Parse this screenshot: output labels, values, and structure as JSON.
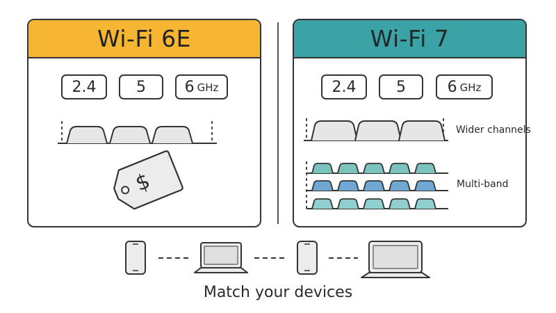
{
  "panels": {
    "wifi6e": {
      "title": "Wi-Fi 6E",
      "bands": [
        "2.4",
        "5",
        "6"
      ],
      "band_unit": "GHz",
      "accent_color": "#f6b632",
      "channel_count": 3,
      "price_symbol": "$"
    },
    "wifi7": {
      "title": "Wi-Fi 7",
      "bands": [
        "2.4",
        "5",
        "6"
      ],
      "band_unit": "GHz",
      "accent_color": "#3ba3a6",
      "channel_count": 3,
      "wider_label": "Wider channels",
      "multiband_label": "Multi-band",
      "multiband_rows": 3,
      "multiband_per_row": 5,
      "multiband_colors": [
        "#7cc3bd",
        "#6fa9d3",
        "#8fcfd0"
      ]
    }
  },
  "devices": {
    "items": [
      "phone",
      "laptop",
      "phone",
      "laptop"
    ],
    "caption": "Match your devices"
  }
}
